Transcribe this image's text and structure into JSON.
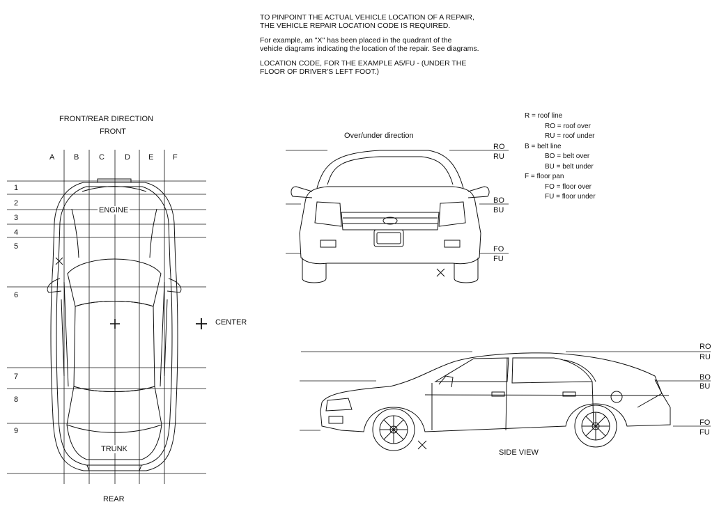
{
  "intro": {
    "line1": "TO PINPOINT THE ACTUAL VEHICLE LOCATION OF A REPAIR,",
    "line2": "THE VEHICLE REPAIR LOCATION CODE IS REQUIRED.",
    "line3": "For example, an \"X\" has been placed in the quadrant of the",
    "line4": "vehicle diagrams indicating the location of the repair. See diagrams.",
    "line5": "LOCATION CODE, FOR THE EXAMPLE A5/FU - (UNDER THE",
    "line6": "FLOOR OF DRIVER'S LEFT FOOT.)"
  },
  "top_view": {
    "direction_title": "FRONT/REAR   DIRECTION",
    "front_label": "FRONT",
    "rear_label": "REAR",
    "columns": [
      "A",
      "B",
      "C",
      "D",
      "E",
      "F"
    ],
    "rows": [
      "1",
      "2",
      "3",
      "4",
      "5",
      "6",
      "7",
      "8",
      "9"
    ],
    "engine_label": "ENGINE",
    "trunk_label": "TRUNK",
    "center_label": "CENTER"
  },
  "front_view": {
    "title": "Over/under direction",
    "codes": [
      "RO",
      "RU",
      "BO",
      "BU",
      "FO",
      "FU"
    ]
  },
  "side_view": {
    "title": "SIDE VIEW",
    "codes": [
      "RO",
      "RU",
      "BO",
      "BU",
      "FO",
      "FU"
    ]
  },
  "legend": {
    "r": "R = roof line",
    "ro": "RO = roof over",
    "ru": "RU = roof under",
    "b": "B = belt line",
    "bo": "BO = belt over",
    "bu": "BU = belt under",
    "f": "F = floor pan",
    "fo": "FO = floor over",
    "fu": "FU = floor under"
  }
}
